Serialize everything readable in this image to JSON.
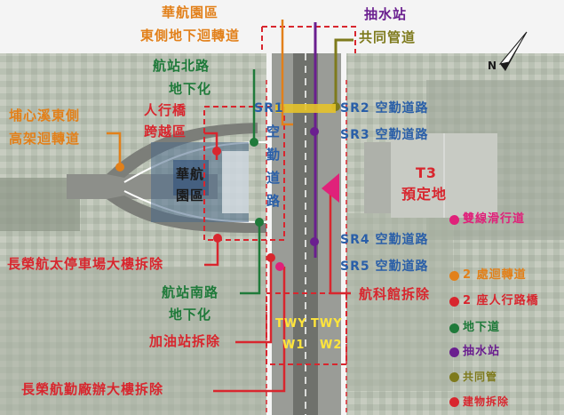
{
  "colors": {
    "orange": "#e2801a",
    "green": "#1f7a3a",
    "red": "#d8262e",
    "magenta": "#e0217a",
    "purple": "#6a1f8f",
    "olive": "#7e7a1c",
    "blue": "#2a5fa8"
  },
  "labels": {
    "hua_hang_east_line1": "華航園區",
    "hua_hang_east_line2": "東側地下迴轉道",
    "pumping_station": "抽水站",
    "utility_tunnel": "共同管道",
    "terminal_north_line1": "航站北路",
    "terminal_north_line2": "地下化",
    "pedestrian_bridge_line1": "人行橋",
    "pedestrian_bridge_line2": "跨越區",
    "puxinxi_line1": "埔心溪東側",
    "puxinxi_line2": "高架迴轉道",
    "sr1": "SR1",
    "sr1_chars": "空勤道路",
    "sr2": "SR2 空勤道路",
    "sr3": "SR3 空勤道路",
    "sr4": "SR4 空勤道路",
    "sr5": "SR5 空勤道路",
    "hua_hang_area_line1": "華航",
    "hua_hang_area_line2": "園區",
    "t3_line1": "T3",
    "t3_line2": "預定地",
    "evergreen_parking": "長榮航太停車場大樓拆除",
    "terminal_south_line1": "航站南路",
    "terminal_south_line2": "地下化",
    "gas_station": "加油站拆除",
    "aviation_museum": "航科館拆除",
    "evergreen_hangar": "長榮航勤廠辦大樓拆除",
    "twy_w1_line1": "TWY",
    "twy_w1_line2": "W1",
    "twy_w2_line1": "TWY",
    "twy_w2_line2": "W2"
  },
  "legend": {
    "items": [
      {
        "label": "雙線滑行道",
        "color": "#e0217a"
      },
      {
        "label": "2 處迴轉道",
        "color": "#e2801a"
      },
      {
        "label": "2 座人行路橋",
        "color": "#d8262e"
      },
      {
        "label": "地下道",
        "color": "#1f7a3a"
      },
      {
        "label": "抽水站",
        "color": "#6a1f8f"
      },
      {
        "label": "共同管",
        "color": "#7e7a1c"
      },
      {
        "label": "建物拆除",
        "color": "#d8262e"
      }
    ]
  },
  "icons": {
    "north_arrow": "north-arrow-icon"
  }
}
